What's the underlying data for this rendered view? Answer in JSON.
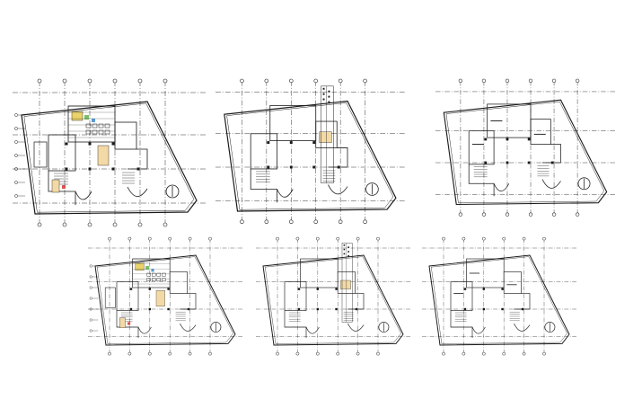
{
  "drawing": {
    "kind": "architectural-floor-plans",
    "plan_count": 6,
    "rows": 2,
    "columns_per_row": 3,
    "line_color": "#1a1a1a",
    "grid_color": "#333333",
    "accent_colors": [
      "#f2d9a6",
      "#e9d36a",
      "#7cbf6a",
      "#5b9bd5",
      "#d9534f"
    ]
  },
  "plans": [
    {
      "id": "plan-1",
      "detail": "furnished"
    },
    {
      "id": "plan-2",
      "detail": "structural"
    },
    {
      "id": "plan-3",
      "detail": "outline"
    },
    {
      "id": "plan-4",
      "detail": "furnished"
    },
    {
      "id": "plan-5",
      "detail": "structural"
    },
    {
      "id": "plan-6",
      "detail": "outline"
    }
  ]
}
